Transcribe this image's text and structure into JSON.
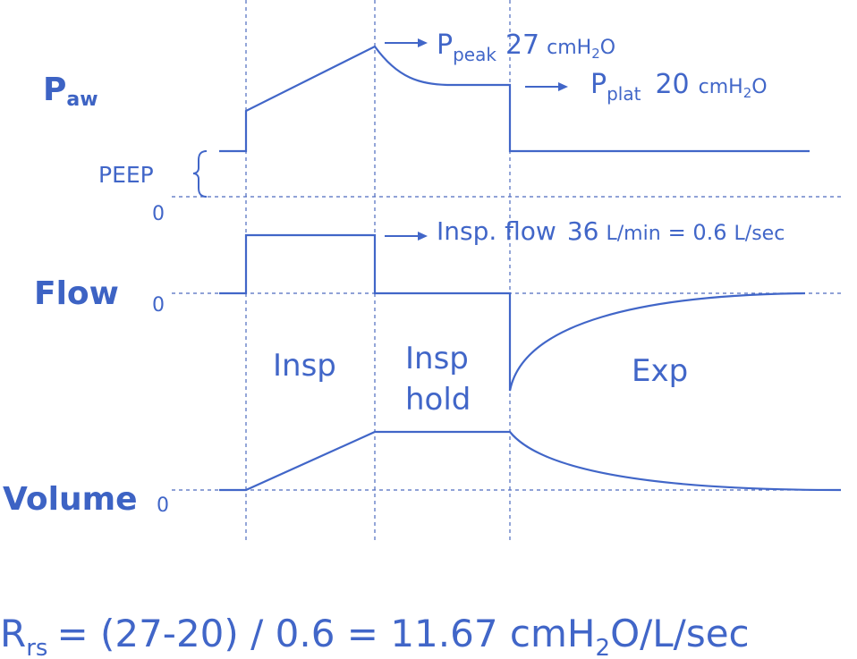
{
  "labels": {
    "paw_main": "P",
    "paw_sub": "aw",
    "peep": "PEEP",
    "zero_paw": "0",
    "flow": "Flow",
    "zero_flow": "0",
    "volume": "Volume",
    "zero_volume": "0"
  },
  "annotations": {
    "ppeak_main": "P",
    "ppeak_sub": "peak",
    "ppeak_value": "27",
    "ppeak_unit_pre": "cmH",
    "ppeak_unit_sub": "2",
    "ppeak_unit_post": "O",
    "pplat_main": "P",
    "pplat_sub": "plat",
    "pplat_value": "20",
    "pplat_unit_pre": "cmH",
    "pplat_unit_sub": "2",
    "pplat_unit_post": "O",
    "flow_text": "Insp. flow",
    "flow_value1": "36",
    "flow_unit1": "L/min",
    "flow_eq": "= 0.6",
    "flow_unit2": "L/sec"
  },
  "phases": {
    "insp": "Insp",
    "insp_hold_line1": "Insp",
    "insp_hold_line2": "hold",
    "exp": "Exp"
  },
  "formula": {
    "r": "R",
    "r_sub": "rs",
    "eq": "= (27-20) / 0.6 = 11.67 cmH",
    "h2_sub": "2",
    "tail": "O/L/sec"
  },
  "colors": {
    "line": "#4166c8",
    "guide": "#4d6bbf"
  }
}
